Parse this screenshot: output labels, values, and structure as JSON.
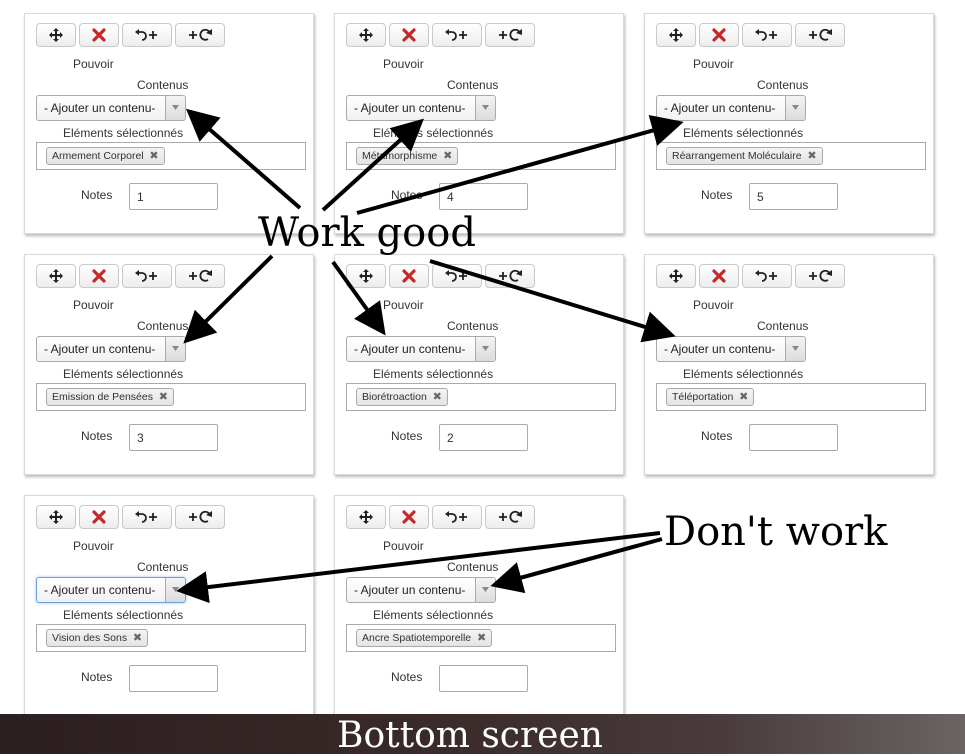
{
  "toolbar": {
    "move_icon": "move-arrows-icon",
    "delete_icon": "red-x-icon",
    "insert_before_icon": "undo-plus-icon",
    "insert_after_icon": "plus-redo-icon",
    "delete_color": "#c62828"
  },
  "labels": {
    "pouvoir": "Pouvoir",
    "contenus": "Contenus",
    "selected": "Eléments sélectionnés",
    "notes": "Notes",
    "select_value": "- Ajouter un contenu-"
  },
  "cards": [
    {
      "chip": "Armement Corporel",
      "notes": "1"
    },
    {
      "chip": "Métamorphisme",
      "notes": "4"
    },
    {
      "chip": "Réarrangement Moléculaire",
      "notes": "5"
    },
    {
      "chip": "Emission de Pensées",
      "notes": "3"
    },
    {
      "chip": "Biorétroaction",
      "notes": "2"
    },
    {
      "chip": "Téléportation",
      "notes": ""
    },
    {
      "chip": "Vision des Sons",
      "notes": "",
      "focused": true
    },
    {
      "chip": "Ancre Spatiotemporelle",
      "notes": ""
    }
  ],
  "annotations": {
    "work_good": "Work good",
    "dont_work": "Don't work",
    "bottom": "Bottom screen"
  }
}
